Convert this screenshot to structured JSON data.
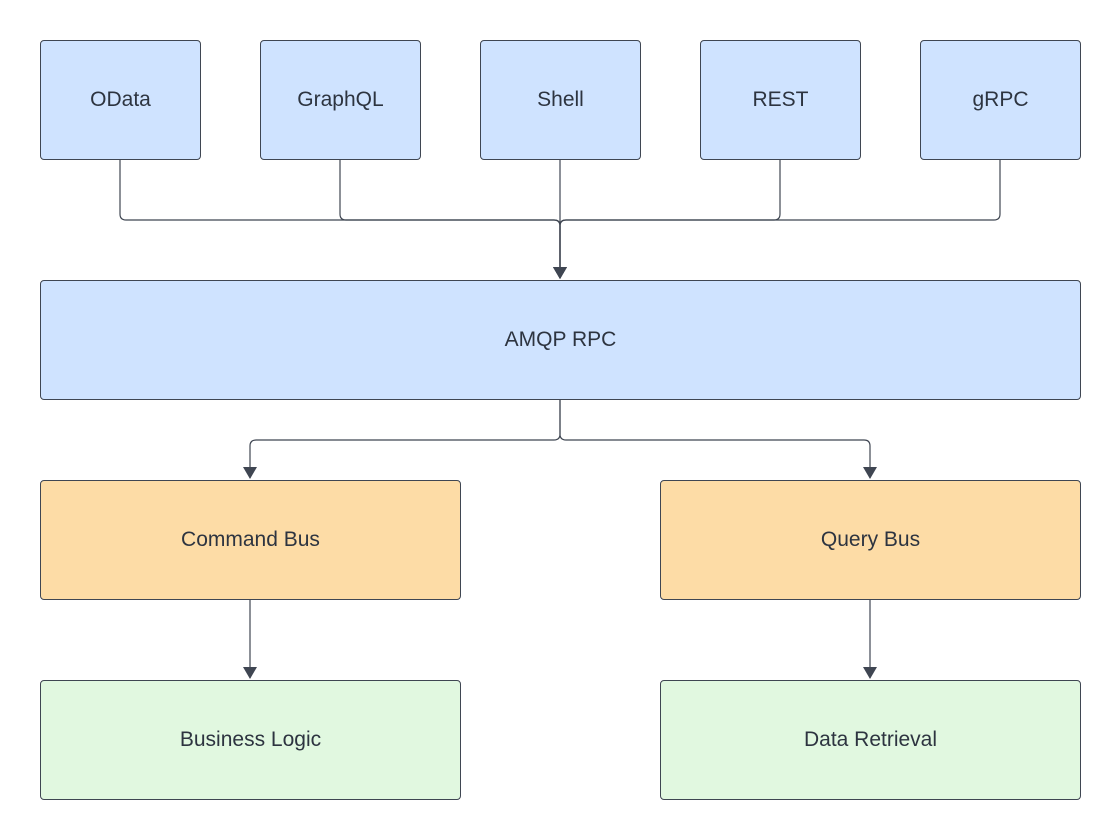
{
  "diagram": {
    "colors": {
      "protocol_fill": "#cfe3ff",
      "bus_fill": "#fddca6",
      "handler_fill": "#e1f8e0",
      "stroke": "#3f4652",
      "text": "#2d3440"
    },
    "nodes": {
      "odata": "OData",
      "graphql": "GraphQL",
      "shell": "Shell",
      "rest": "REST",
      "grpc": "gRPC",
      "amqp_rpc": "AMQP RPC",
      "command_bus": "Command Bus",
      "query_bus": "Query Bus",
      "business_logic": "Business Logic",
      "data_retrieval": "Data Retrieval"
    },
    "edges": [
      {
        "from": "odata",
        "to": "amqp_rpc"
      },
      {
        "from": "graphql",
        "to": "amqp_rpc"
      },
      {
        "from": "shell",
        "to": "amqp_rpc"
      },
      {
        "from": "rest",
        "to": "amqp_rpc"
      },
      {
        "from": "grpc",
        "to": "amqp_rpc"
      },
      {
        "from": "amqp_rpc",
        "to": "command_bus"
      },
      {
        "from": "amqp_rpc",
        "to": "query_bus"
      },
      {
        "from": "command_bus",
        "to": "business_logic"
      },
      {
        "from": "query_bus",
        "to": "data_retrieval"
      }
    ]
  }
}
